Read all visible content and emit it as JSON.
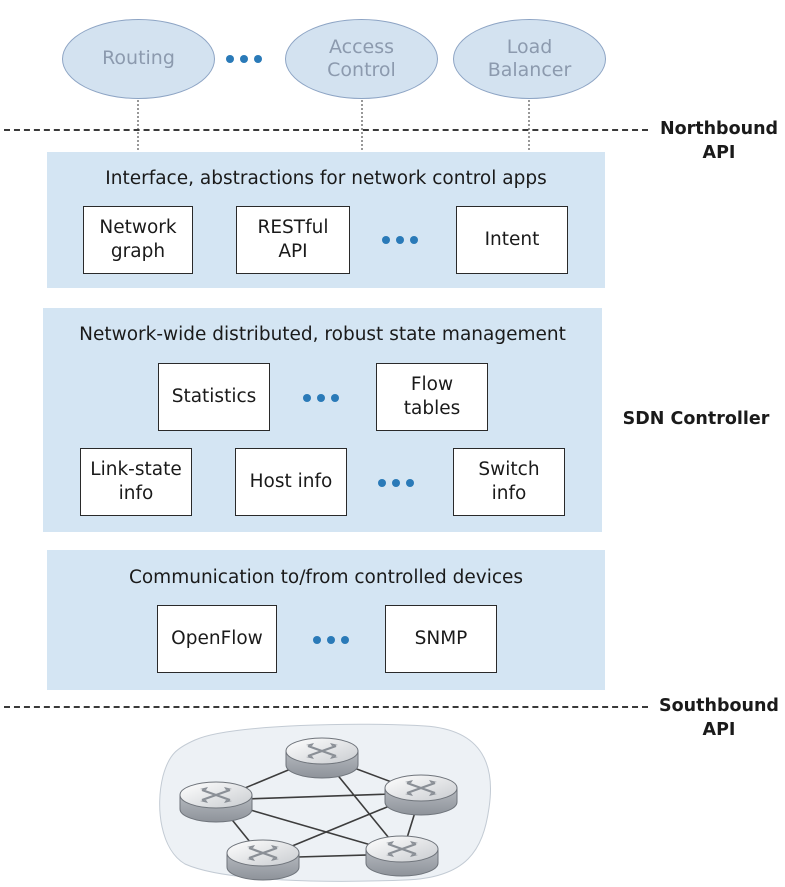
{
  "apps": {
    "routing": "Routing",
    "access_control": "Access\nControl",
    "load_balancer": "Load\nBalancer"
  },
  "northbound_label": "Northbound\nAPI",
  "southbound_label": "Southbound\nAPI",
  "controller_label": "SDN Controller",
  "layers": {
    "interface": {
      "title": "Interface, abstractions for  network control apps",
      "network_graph": "Network\ngraph",
      "restful_api": "RESTful\nAPI",
      "intent": "Intent"
    },
    "state": {
      "title": "Network-wide distributed, robust state management",
      "statistics": "Statistics",
      "flow_tables": "Flow\ntables",
      "link_state": "Link-state\ninfo",
      "host_info": "Host info",
      "switch_info": "Switch\ninfo"
    },
    "communication": {
      "title": "Communication to/from controlled devices",
      "openflow": "OpenFlow",
      "snmp": "SNMP"
    }
  },
  "colors": {
    "layer_fill": "#d4e5f3",
    "app_fill": "#d3e2f0",
    "dot_blue": "#2a7ab8"
  }
}
